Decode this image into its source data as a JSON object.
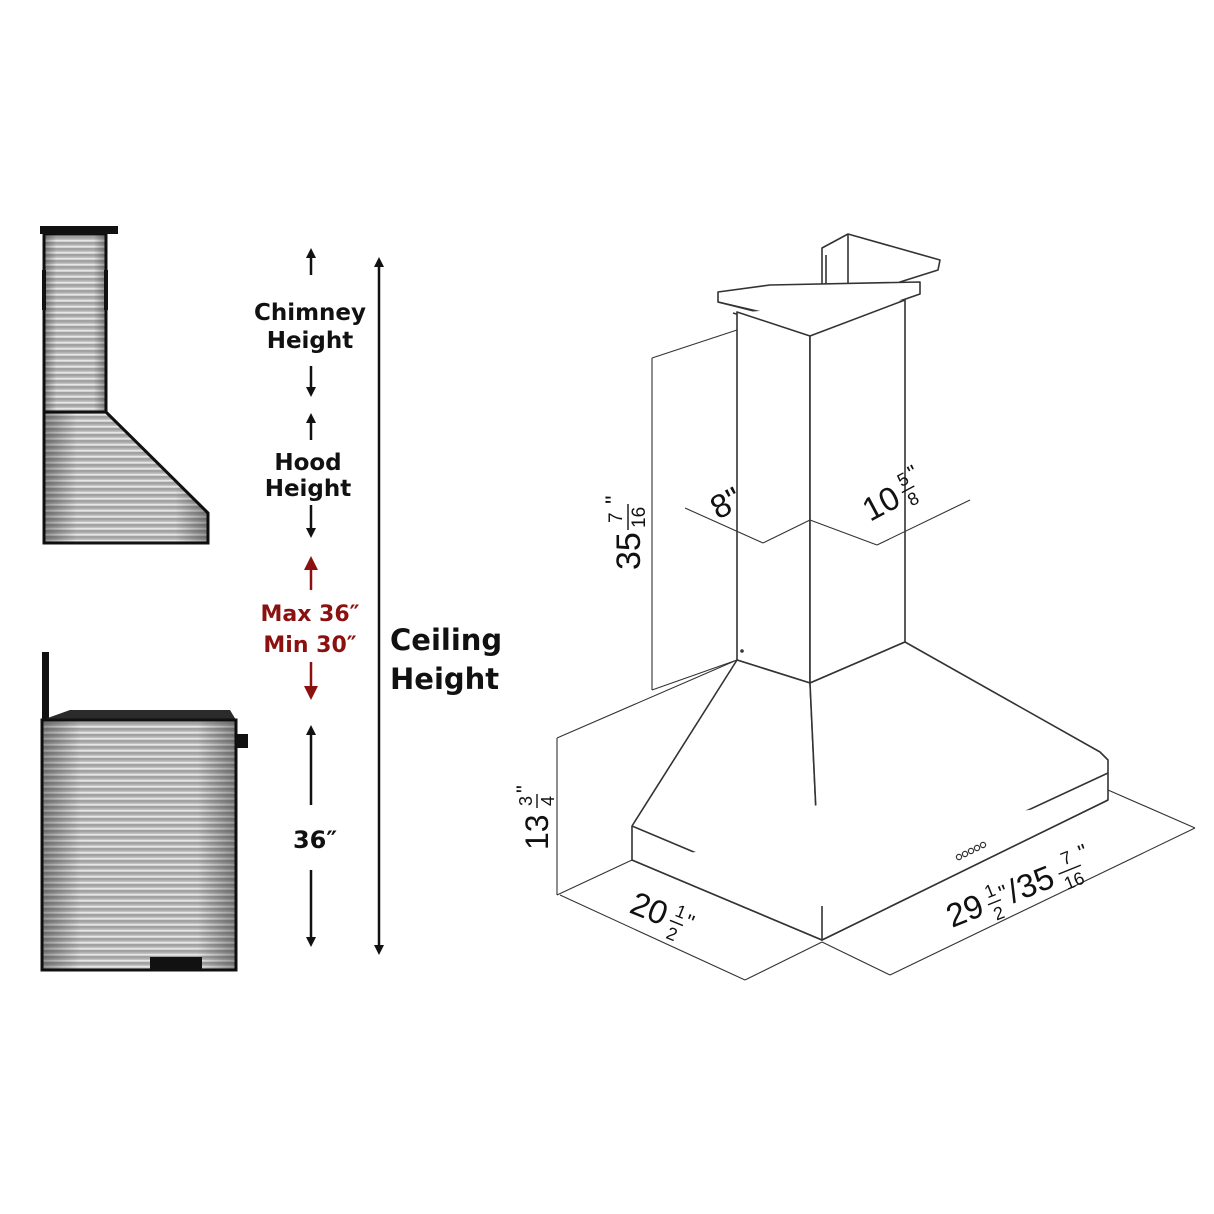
{
  "side_view": {
    "chimney_label": [
      "Chimney",
      "Height"
    ],
    "hood_label": [
      "Hood",
      "Height"
    ],
    "clearance_label": [
      "Max 36″",
      "Min 30″"
    ],
    "counter_label": "36″",
    "ceiling_label": [
      "Ceiling",
      "Height"
    ],
    "clearance_color": "#8b1010"
  },
  "dimensions": {
    "chimney_height": {
      "whole": "35",
      "num": "7",
      "den": "16",
      "unit": "\""
    },
    "duct_width": "8\"",
    "duct_depth": {
      "whole": "10",
      "num": "5",
      "den": "8",
      "unit": "\""
    },
    "hood_height": {
      "whole": "13",
      "num": "3",
      "den": "4",
      "unit": "\""
    },
    "hood_depth": {
      "whole": "20",
      "num": "1",
      "den": "2",
      "unit": "\""
    },
    "hood_width_min": {
      "whole": "29",
      "num": "1",
      "den": "2",
      "unit": "\""
    },
    "hood_width_max": {
      "whole": "35",
      "num": "7",
      "den": "16",
      "unit": "\""
    }
  }
}
